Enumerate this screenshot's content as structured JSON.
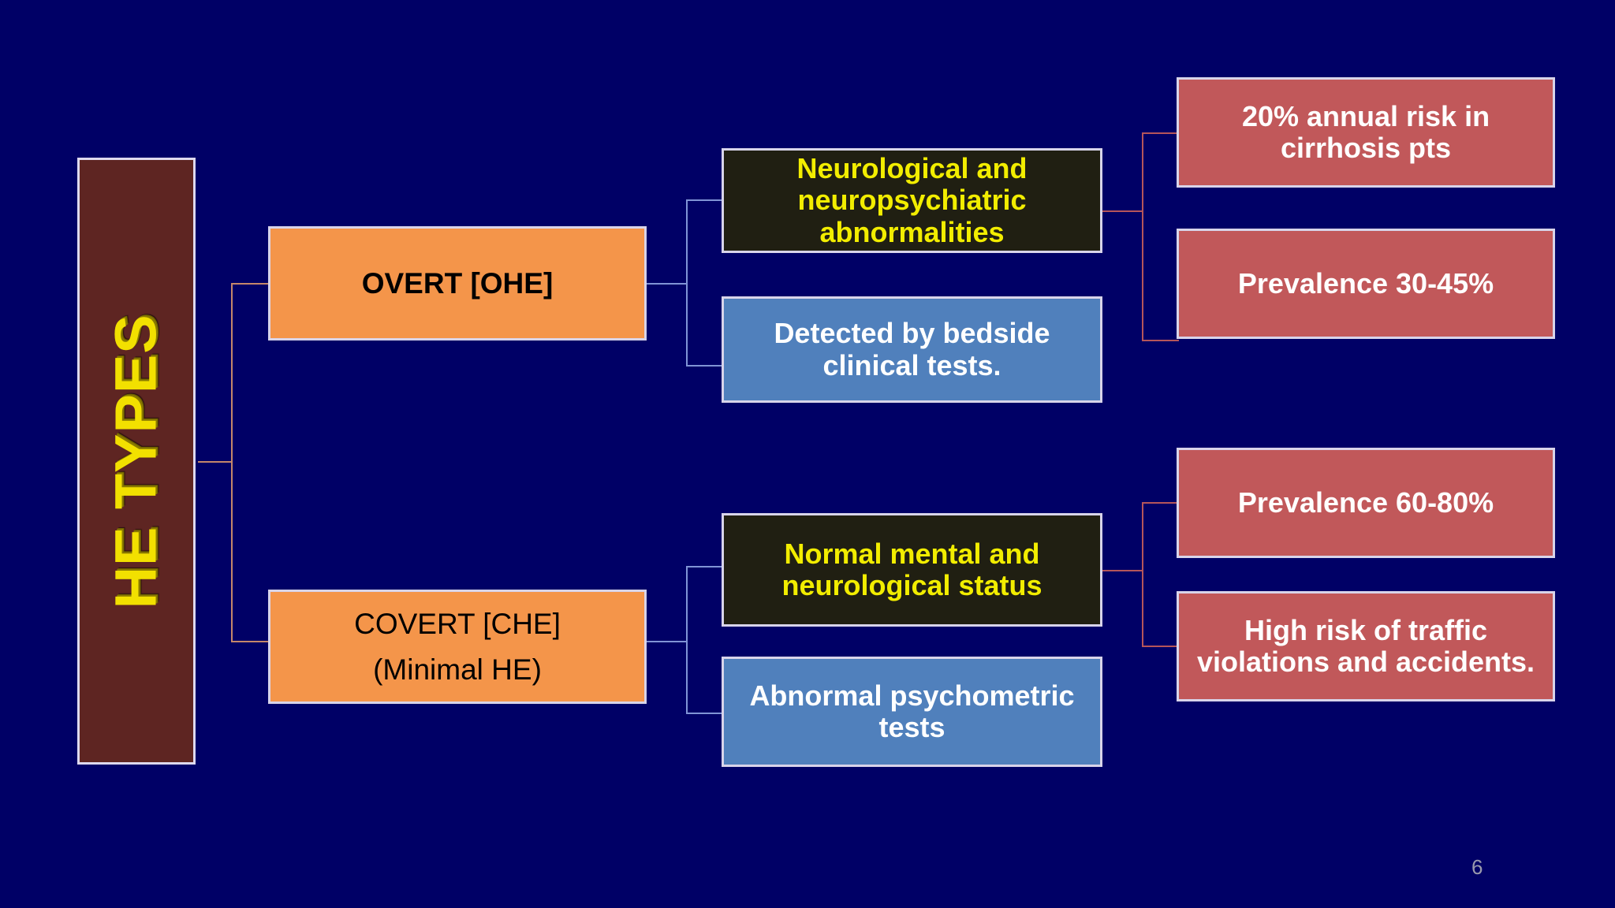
{
  "slide": {
    "page_number": "6",
    "background_color": "#000066"
  },
  "title": {
    "text": "HE TYPES",
    "color": "#f2e000",
    "panel_color": "#5e2522"
  },
  "colors": {
    "level1_box": "#f4954a",
    "level2_dark_box": "#201f12",
    "level2_dark_text": "#f2ed00",
    "level2_blue_box": "#5080bc",
    "level3_red_box": "#c1585a",
    "connector_tan": "#c4876a",
    "connector_blue": "#8094d6",
    "connector_red": "#b5555a",
    "border": "#d8d4ea"
  },
  "branches": [
    {
      "type_label": "OVERT [OHE]",
      "features": [
        "Neurological and neuropsychiatric abnormalities",
        "Detected by bedside clinical tests."
      ],
      "facts": [
        "20% annual risk in cirrhosis pts",
        "Prevalence 30-45%"
      ]
    },
    {
      "type_label_line1": "COVERT [CHE]",
      "type_label_line2": "(Minimal HE)",
      "features": [
        "Normal mental and neurological status",
        "Abnormal psychometric tests"
      ],
      "facts": [
        "Prevalence 60-80%",
        "High risk of traffic violations and accidents."
      ]
    }
  ]
}
